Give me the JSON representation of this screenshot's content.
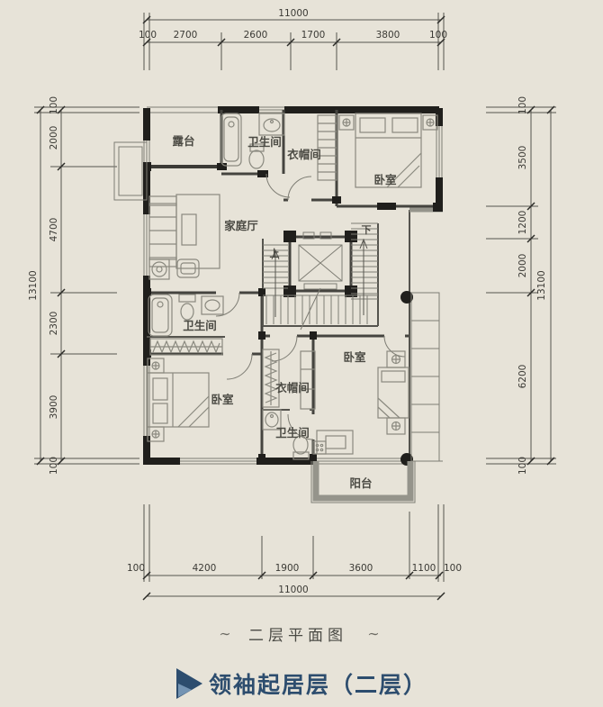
{
  "colors": {
    "background": "#e7e3d8",
    "accent": "#2d4d6e",
    "wall": "#45443f",
    "ink": "#3b3a35"
  },
  "dimensions": {
    "top": {
      "overall": "11000",
      "segments": [
        "100",
        "2700",
        "2600",
        "1700",
        "3800",
        "100"
      ]
    },
    "bottom": {
      "overall": "11000",
      "segments": [
        "100",
        "4200",
        "1900",
        "3600",
        "1100",
        "100"
      ]
    },
    "left": {
      "overall": "13100",
      "segments": [
        "100",
        "2000",
        "4700",
        "2300",
        "3900",
        "100"
      ]
    },
    "right": {
      "overall": "13100",
      "segments": [
        "100",
        "3500",
        "1200",
        "2000",
        "6200",
        "100"
      ]
    }
  },
  "rooms": {
    "terrace": "露台",
    "bath_top": "卫生间",
    "cloak_top": "衣帽间",
    "bedroom_top": "卧室",
    "family_hall": "家庭厅",
    "bath_mid": "卫生间",
    "bedroom_left": "卧室",
    "cloak_bottom": "衣帽间",
    "bath_bottom": "卫生间",
    "bedroom_right": "卧室",
    "balcony": "阳台",
    "stair_up": "上",
    "stair_down": "下"
  },
  "captions": {
    "ornament_left": "∼",
    "plan_title": "二层平面图",
    "ornament_right": "∼",
    "heading": "领袖起居层（二层）"
  }
}
